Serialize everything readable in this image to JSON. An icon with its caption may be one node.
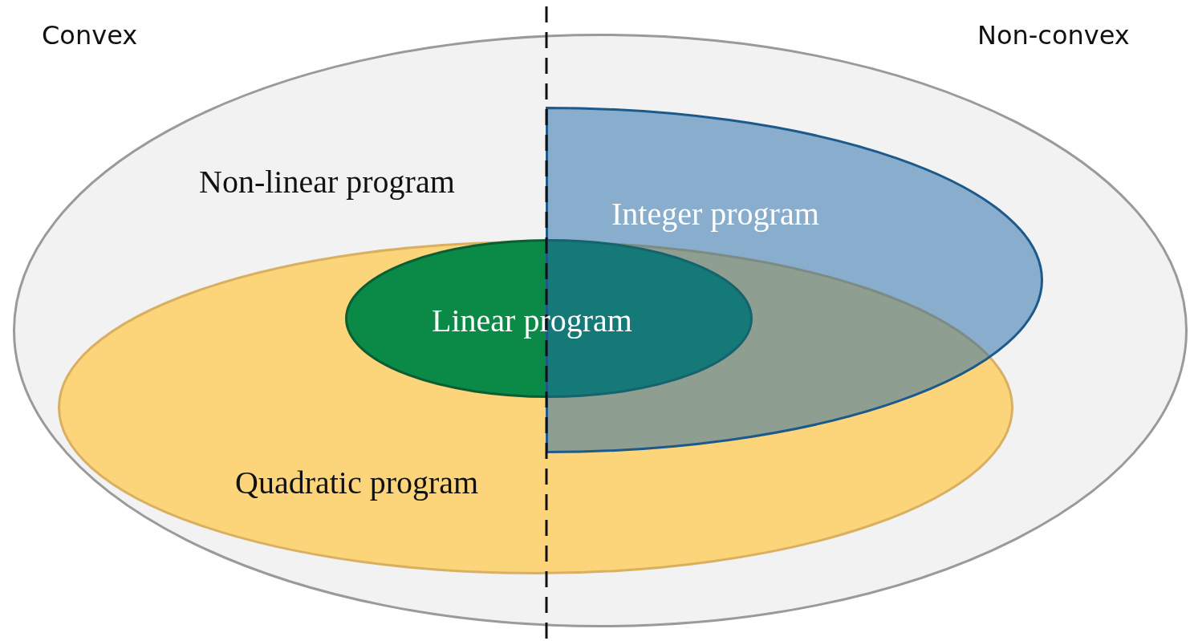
{
  "diagram": {
    "nodes": [
      {
        "text": [
          "Non-linear program"
        ]
      },
      {
        "text": [
          "Integer program"
        ],
        "in": 0
      },
      {
        "text": [
          "Quadratic program"
        ],
        "in": 0
      },
      {
        "text": [
          "Linear program"
        ],
        "in": 2
      }
    ],
    "labels": [
      "Convex",
      "Non-convex"
    ]
  }
}
